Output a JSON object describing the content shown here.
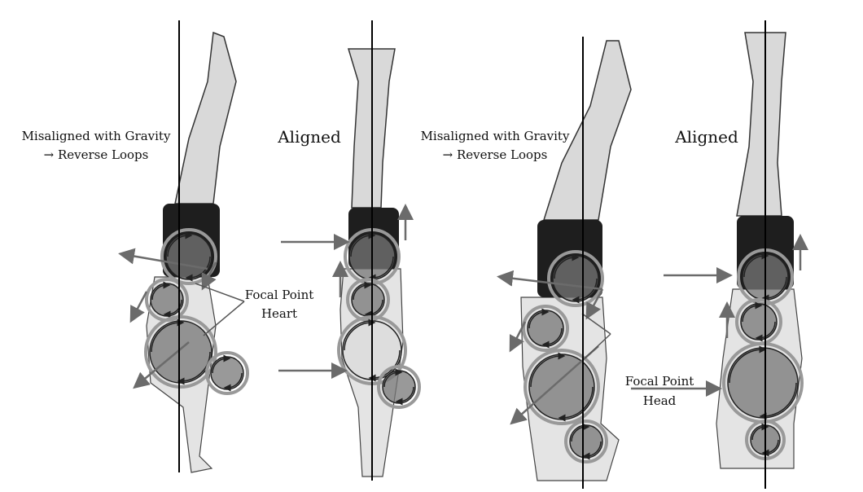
{
  "panels": [
    {
      "caption_line1": "Misaligned with Gravity",
      "caption_line2": "→ Reverse Loops",
      "state": "misaligned"
    },
    {
      "caption_line1": "Aligned",
      "state": "aligned"
    },
    {
      "caption_line1": "Misaligned with Gravity",
      "caption_line2": "→ Reverse Loops",
      "state": "misaligned"
    },
    {
      "caption_line1": "Aligned",
      "state": "aligned"
    }
  ],
  "focal_labels": [
    {
      "line1": "Focal Point",
      "line2": "Heart"
    },
    {
      "line1": "Focal Point",
      "line2": "Head"
    }
  ],
  "colors": {
    "arrow": "#6b6b6b",
    "body_dark": "#1e1e1e",
    "circle_fill": "#777777",
    "gravity_line": "#000000"
  }
}
